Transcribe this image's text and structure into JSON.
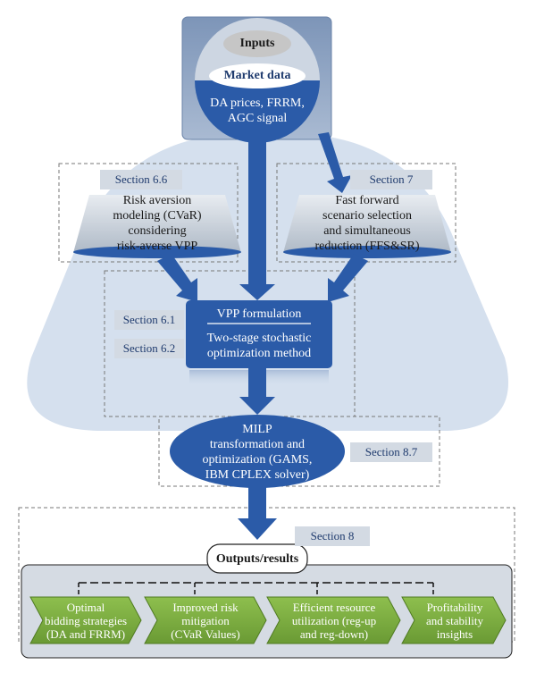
{
  "inputs": {
    "title": "Inputs",
    "market_label": "Market data",
    "market_lines": [
      "DA prices, FRRM,",
      "AGC signal"
    ]
  },
  "left_module": {
    "section": "Section 6.6",
    "lines": [
      "Risk aversion",
      "modeling (CVaR)",
      "considering",
      "risk-averse VPP"
    ]
  },
  "right_module": {
    "section": "Section 7",
    "lines": [
      "Fast forward",
      "scenario selection",
      "and simultaneous",
      "reduction (FFS&SR)"
    ]
  },
  "formulation": {
    "title": "VPP formulation",
    "lines": [
      "Two-stage stochastic",
      "optimization method"
    ],
    "sections": [
      "Section 6.1",
      "Section 6.2"
    ]
  },
  "milp": {
    "lines": [
      "MILP",
      "transformation and",
      "optimization (GAMS,",
      "IBM CPLEX solver)"
    ],
    "section": "Section 8.7"
  },
  "outputs": {
    "section": "Section 8",
    "title": "Outputs/results",
    "items": [
      [
        "Optimal",
        "bidding strategies",
        "(DA and FRRM)"
      ],
      [
        "Improved risk",
        "mitigation",
        "(CVaR Values)"
      ],
      [
        "Efficient resource",
        "utilization (reg-up",
        "and reg-down)"
      ],
      [
        "Profitability",
        "and stability",
        "insights"
      ]
    ]
  },
  "colors": {
    "navy": "#2b5ba8",
    "light_blue": "#d5e0ee",
    "green": "#7cab3e",
    "section_bg": "#d3dae3"
  }
}
